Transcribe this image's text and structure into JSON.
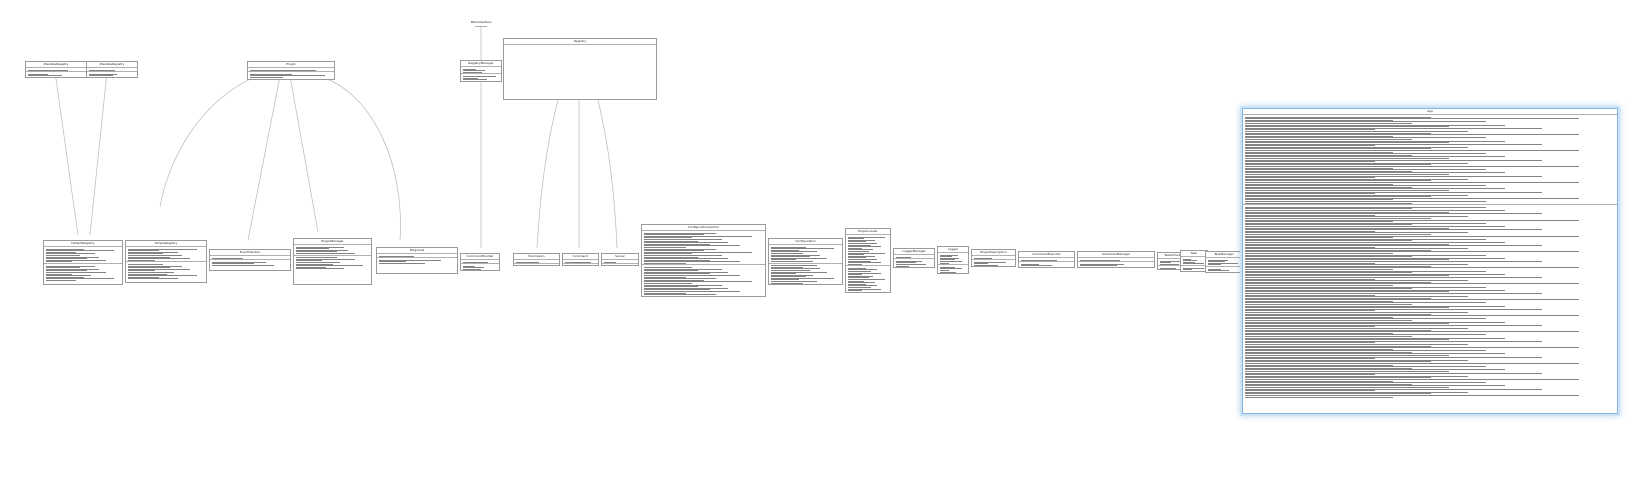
{
  "diagram": {
    "selected_class": "App",
    "classes": [
      {
        "id": "c-main-interface",
        "title": "MainInterface",
        "attributes": 0,
        "methods": 0
      },
      {
        "id": "c-iterable-reg-1",
        "title": "IIterableRegistry",
        "attributes": 1,
        "methods": 3
      },
      {
        "id": "c-iterable-reg-2",
        "title": "IIterableRegistry",
        "attributes": 1,
        "methods": 3
      },
      {
        "id": "c-plugin",
        "title": "Plugin",
        "attributes": 1,
        "methods": 3
      },
      {
        "id": "c-registry-manager",
        "title": "RegistryManager",
        "attributes": 3,
        "methods": 3
      },
      {
        "id": "c-registry",
        "title": "Registry",
        "attributes": 0,
        "methods": 0
      },
      {
        "id": "c-default-registry",
        "title": "DefaultRegistry",
        "attributes": 9,
        "methods": 10
      },
      {
        "id": "c-simple-registry",
        "title": "SimpleRegistry",
        "attributes": 8,
        "methods": 10
      },
      {
        "id": "c-event-handler",
        "title": "EventHandler",
        "attributes": 1,
        "methods": 3
      },
      {
        "id": "c-plugin-manager",
        "title": "PluginManager",
        "attributes": 5,
        "methods": 8
      },
      {
        "id": "c-plugin-list",
        "title": "PluginList",
        "attributes": 1,
        "methods": 3
      },
      {
        "id": "c-command-handler",
        "title": "CommandHandler",
        "attributes": 1,
        "methods": 3
      },
      {
        "id": "c-permission",
        "title": "Permission",
        "attributes": 1,
        "methods": 3
      },
      {
        "id": "c-command",
        "title": "Command",
        "attributes": 1,
        "methods": 3
      },
      {
        "id": "c-server",
        "title": "Server",
        "attributes": 1,
        "methods": 3
      },
      {
        "id": "c-configuration-section",
        "title": "ConfigurationSection",
        "attributes": 20,
        "methods": 22
      },
      {
        "id": "c-configuration",
        "title": "Configuration",
        "attributes": 10,
        "methods": 12
      },
      {
        "id": "c-plugin-loader",
        "title": "PluginLoader",
        "attributes": 18,
        "methods": 16
      },
      {
        "id": "c-logger-manager",
        "title": "LoggerManager",
        "attributes": 1,
        "methods": 5
      },
      {
        "id": "c-logger",
        "title": "Logger",
        "attributes": 6,
        "methods": 4
      },
      {
        "id": "c-plugin-description",
        "title": "PluginDescription",
        "attributes": 1,
        "methods": 4
      },
      {
        "id": "c-command-executor",
        "title": "CommandExecutor",
        "attributes": 1,
        "methods": 4
      },
      {
        "id": "c-scheduler-manager",
        "title": "SchedulerManager",
        "attributes": 1,
        "methods": 4
      },
      {
        "id": "c-task-scheduler",
        "title": "TaskScheduler",
        "attributes": 3,
        "methods": 3
      },
      {
        "id": "c-task",
        "title": "Task",
        "attributes": 4,
        "methods": 4
      },
      {
        "id": "c-task-manager",
        "title": "TaskManager",
        "attributes": 4,
        "methods": 6
      },
      {
        "id": "c-app",
        "title": "App",
        "attributes": 55,
        "methods": 120
      }
    ]
  }
}
